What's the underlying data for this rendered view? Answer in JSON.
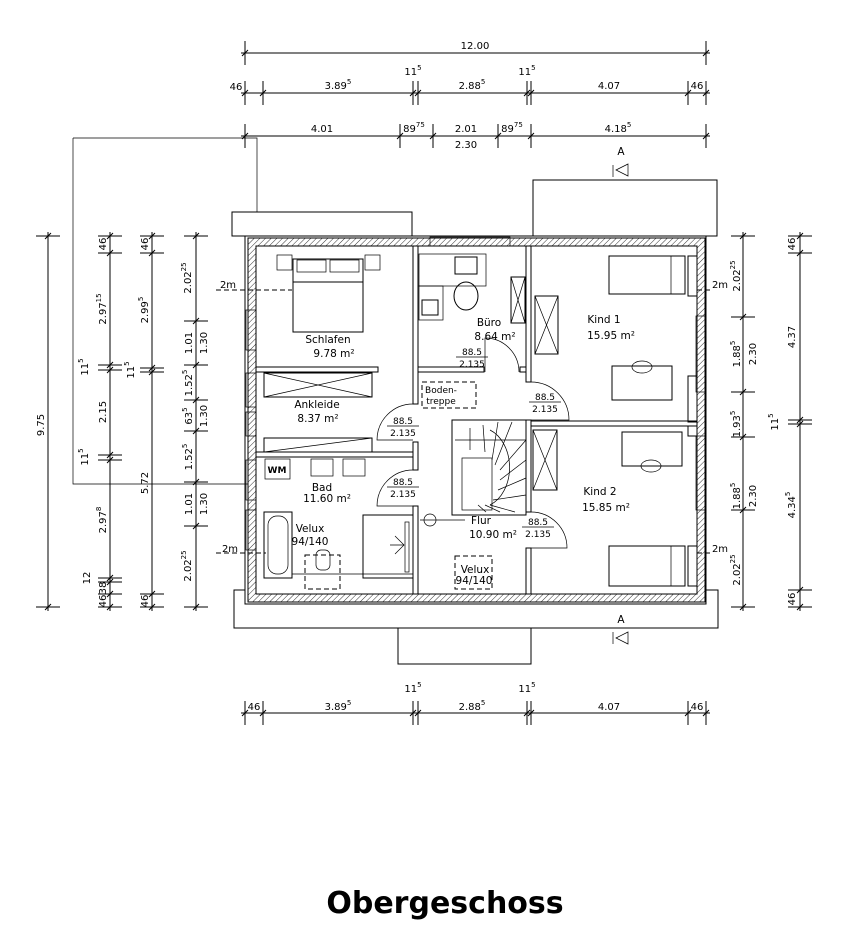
{
  "title": "Obergeschoss",
  "section_marker": "A",
  "height_marker": "2m",
  "rooms": [
    {
      "name": "Schlafen",
      "area": "9.78 m²"
    },
    {
      "name": "Büro",
      "area": "8.64 m²"
    },
    {
      "name": "Kind 1",
      "area": "15.95 m²"
    },
    {
      "name": "Ankleide",
      "area": "8.37 m²"
    },
    {
      "name": "Bad",
      "area": "11.60 m²"
    },
    {
      "name": "Kind 2",
      "area": "15.85 m²"
    },
    {
      "name": "Flur",
      "area": "10.90 m²"
    }
  ],
  "skylights": [
    {
      "label": "Velux",
      "size": "94/140"
    },
    {
      "label": "Velux",
      "size": "94/140"
    }
  ],
  "attic_stair": {
    "line1": "Boden-",
    "line2": "treppe"
  },
  "washer_label": "WM",
  "door": {
    "width": "88.5",
    "height": "2.135"
  },
  "dims": {
    "total_width": "12.00",
    "row2": [
      [
        "46",
        ""
      ],
      [
        "3.89",
        "5"
      ],
      [
        "11",
        "5"
      ],
      [
        "2.88",
        "5"
      ],
      [
        "11",
        "5"
      ],
      [
        "4.07",
        ""
      ],
      [
        "46",
        ""
      ]
    ],
    "row3": [
      [
        "4.01",
        ""
      ],
      [
        "89",
        "75"
      ],
      [
        "2.01",
        ""
      ],
      [
        "2.30",
        ""
      ],
      [
        "89",
        "75"
      ],
      [
        "4.18",
        "5"
      ]
    ],
    "bottom": [
      [
        "46",
        ""
      ],
      [
        "3.89",
        "5"
      ],
      [
        "11",
        "5"
      ],
      [
        "2.88",
        "5"
      ],
      [
        "11",
        "5"
      ],
      [
        "4.07",
        ""
      ],
      [
        "46",
        ""
      ]
    ],
    "left_total": "9.75",
    "left_col1": [
      [
        "46",
        ""
      ],
      [
        "2.97",
        "15"
      ],
      [
        "11",
        "5"
      ],
      [
        "2.15",
        ""
      ],
      [
        "11",
        "5"
      ],
      [
        "2.97",
        "8"
      ],
      [
        "12",
        ""
      ],
      [
        "38",
        ""
      ],
      [
        "46",
        ""
      ]
    ],
    "left_col2": [
      [
        "46",
        ""
      ],
      [
        "2.99",
        "5"
      ],
      [
        "11",
        "5"
      ],
      [
        "5.72",
        ""
      ],
      [
        "46",
        ""
      ]
    ],
    "left_col3": [
      [
        "2.02",
        "25"
      ],
      [
        "1.01",
        ""
      ],
      [
        "1.30",
        ""
      ],
      [
        "1.52",
        "5"
      ],
      [
        "63",
        "5"
      ],
      [
        "1.30",
        ""
      ],
      [
        "1.52",
        "5"
      ],
      [
        "1.01",
        ""
      ],
      [
        "1.30",
        ""
      ],
      [
        "2.02",
        "25"
      ]
    ],
    "right_col1": [
      [
        "2.02",
        "25"
      ],
      [
        "1.88",
        "5"
      ],
      [
        "2.30",
        ""
      ],
      [
        "1.93",
        "5"
      ],
      [
        "1.88",
        "5"
      ],
      [
        "2.30",
        ""
      ],
      [
        "2.02",
        "25"
      ]
    ],
    "right_col2": [
      [
        "46",
        ""
      ],
      [
        "4.37",
        ""
      ],
      [
        "11",
        "5"
      ],
      [
        "4.34",
        "5"
      ],
      [
        "46",
        ""
      ]
    ]
  }
}
